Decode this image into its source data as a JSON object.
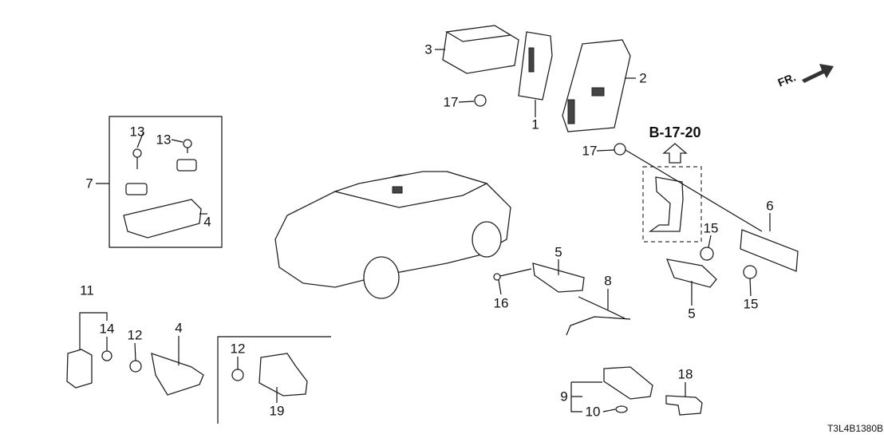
{
  "diagram": {
    "reference_link": "B-17-20",
    "front_indicator": "FR.",
    "drawing_code": "T3L4B1380B",
    "callouts": {
      "c3": "3",
      "c17a": "17",
      "c1": "1",
      "c2": "2",
      "c13a": "13",
      "c13b": "13",
      "c7": "7",
      "c4a": "4",
      "c17b": "17",
      "c6": "6",
      "c15a": "15",
      "c5a": "5",
      "c8": "8",
      "c16": "16",
      "c5b": "5",
      "c15b": "15",
      "c11": "11",
      "c14": "14",
      "c12a": "12",
      "c4b": "4",
      "c12b": "12",
      "c19": "19",
      "c9": "9",
      "c10": "10",
      "c18": "18"
    }
  }
}
